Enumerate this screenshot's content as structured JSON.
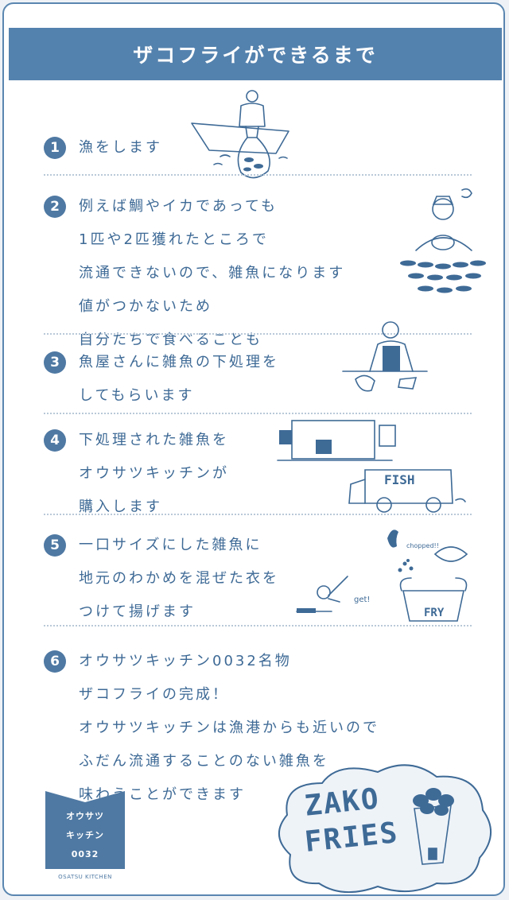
{
  "header": {
    "title": "ザコフライができるまで"
  },
  "steps": [
    {
      "num": "1",
      "lines": [
        "漁をします"
      ]
    },
    {
      "num": "2",
      "lines": [
        "例えば鯛やイカであっても",
        "1匹や2匹獲れたところで",
        "流通できないので、雑魚になります",
        "値がつかないため",
        "自分たちで食べることも"
      ]
    },
    {
      "num": "3",
      "lines": [
        "魚屋さんに雑魚の下処理を",
        "してもらいます"
      ]
    },
    {
      "num": "4",
      "lines": [
        "下処理された雑魚を",
        "オウサツキッチンが",
        "購入します"
      ]
    },
    {
      "num": "5",
      "lines": [
        "一口サイズにした雑魚に",
        "地元のわかめを混ぜた衣を",
        "つけて揚げます"
      ]
    },
    {
      "num": "6",
      "lines": [
        "オウサツキッチン0032名物",
        "ザコフライの完成！",
        "オウサツキッチンは漁港からも近いので",
        "ふだん流通することのない雑魚を",
        "味わうことができます"
      ]
    }
  ],
  "illustrations": {
    "fish_sign": "FISH",
    "fries_sign_line1": "ZAKO",
    "fries_sign_line2": "FRIES",
    "fry_pot": "FRY",
    "chopped": "chopped!!",
    "get": "get!"
  },
  "logo": {
    "line1": "オウサツ",
    "line2": "キッチン",
    "line3": "0032",
    "sub": "OSATSU KITCHEN"
  },
  "zako_fries": {
    "line1": "ZAKO",
    "line2": "FRIES"
  },
  "colors": {
    "primary": "#5482ae",
    "text": "#3e6a96",
    "background": "#ffffff"
  }
}
